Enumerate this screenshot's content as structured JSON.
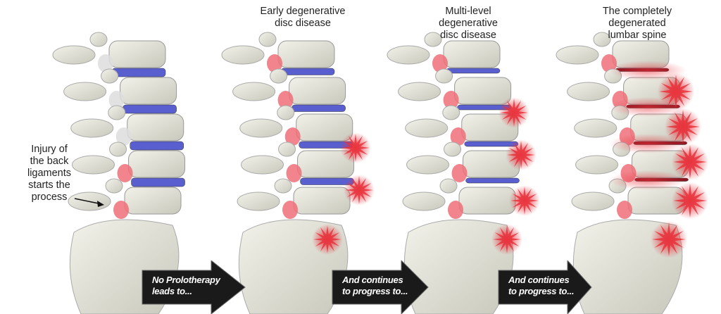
{
  "stages": [
    {
      "title": "",
      "severity": 0
    },
    {
      "title": "Early degenerative\ndisc disease",
      "severity": 1
    },
    {
      "title": "Multi-level\ndegenerative\ndisc disease",
      "severity": 2
    },
    {
      "title": "The completely\ndegenerated\nlumbar spine",
      "severity": 3
    }
  ],
  "injury_label": "Injury of\nthe back\nligaments\nstarts the\nprocess",
  "arrows": [
    {
      "label": "No Prolotherapy\nleads to..."
    },
    {
      "label": "And continues\nto progress to..."
    },
    {
      "label": "And continues\nto progress to..."
    }
  ],
  "colors": {
    "bone": "#e4e4da",
    "disc": "#5a5fcf",
    "inflamed": "#e8323c",
    "arrow": "#1a1a1a"
  }
}
